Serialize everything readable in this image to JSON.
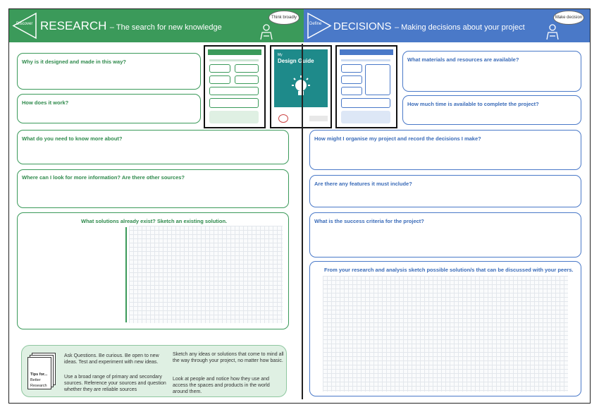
{
  "research": {
    "badge": "Discover",
    "title": "RESEARCH",
    "subtitle": "– The search for new knowledge",
    "cloud": "Think broadly",
    "questions": {
      "why_designed": "Why is it designed and made in this way?",
      "how_work": "How does it work?",
      "know_more": "What do you need to know more about?",
      "look_info": "Where can I look for more information? Are there other sources?",
      "existing": "What solutions already exist? Sketch an existing solution."
    }
  },
  "decisions": {
    "badge": "Define",
    "title": "DECISIONS",
    "subtitle": "– Making decisions about your project",
    "cloud": "Make decision",
    "questions": {
      "materials": "What materials and resources are available?",
      "time": "How much time is available to complete the project?",
      "organise": "How might I organise my project and record the decisions I make?",
      "features": "Are there any features it must include?",
      "success": "What is the success criteria for the project?",
      "sketch": "From your research and analysis sketch possible solution/s that can be discussed with your peers."
    }
  },
  "thumbnails": {
    "guide_small": "My",
    "guide_title": "Design Guide"
  },
  "tips": {
    "card_line1": "Tips for...",
    "card_line2": "Better",
    "card_line3": "Research",
    "col1_p1": "Ask Questions. Be curious. Be open to new ideas. Test and experiment with new ideas.",
    "col1_p2": "Use a broad range of primary and secondary sources. Reference your sources and question whether they are reliable sources",
    "col2_p1": "Sketch any ideas or solutions that come to mind all the way through your project, no matter how basic.",
    "col2_p2": "Look at people and notice how they use and access the spaces and products in the world around them."
  },
  "colors": {
    "research_green": "#3b9a5a",
    "decisions_blue": "#4a79c8"
  }
}
